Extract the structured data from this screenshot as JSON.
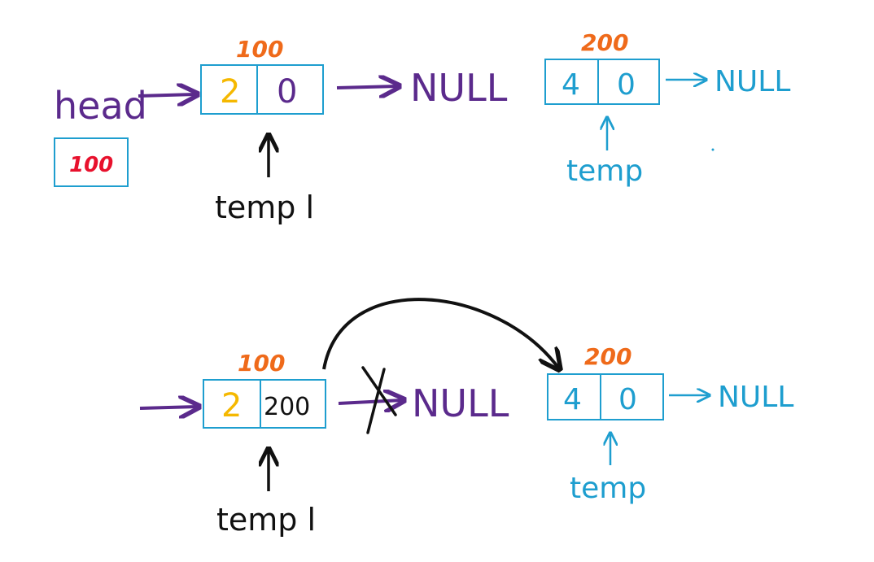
{
  "colors": {
    "purple": "#5b2a8c",
    "cyan": "#1e9ecf",
    "orange": "#ef6a1a",
    "yellow": "#f5b800",
    "red": "#e8112d",
    "black": "#111111"
  },
  "top": {
    "head_label": "head",
    "head_value": "100",
    "node1_addr": "100",
    "node1_data": "2",
    "node1_next": "0",
    "node1_null": "NULL",
    "temp1_label": "temp l",
    "node2_addr": "200",
    "node2_data": "4",
    "node2_next": "0",
    "node2_null": "NULL",
    "temp_label": "temp"
  },
  "bottom": {
    "node1_addr": "100",
    "node1_data": "2",
    "node1_next": "200",
    "crossed_null": "NULL",
    "temp1_label": "temp l",
    "node2_addr": "200",
    "node2_data": "4",
    "node2_next": "0",
    "node2_null": "NULL",
    "temp_label": "temp"
  }
}
